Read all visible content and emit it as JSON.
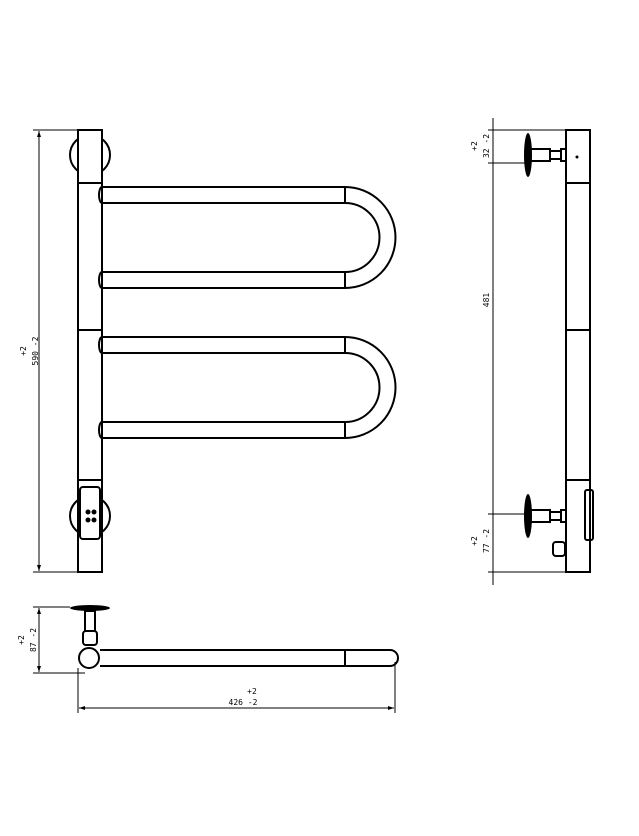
{
  "dimensions": {
    "height_total": {
      "value": "590 -2",
      "tol": "+2"
    },
    "side_top": {
      "value": "32 -2",
      "tol": "+2"
    },
    "side_mount_spacing": {
      "value": "481"
    },
    "side_bottom": {
      "value": "77 -2",
      "tol": "+2"
    },
    "top_depth": {
      "value": "87 -2",
      "tol": "+2"
    },
    "width_total": {
      "value": "426 -2",
      "tol": "+2"
    }
  }
}
